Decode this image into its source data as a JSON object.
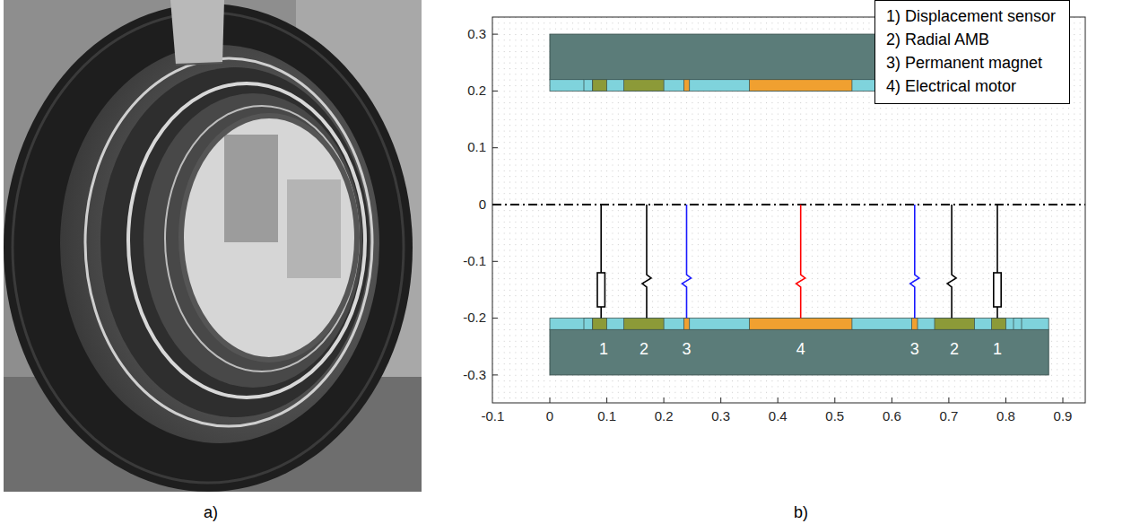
{
  "diagram": {
    "nodes": [
      {
        "text": [
          "1) Displacement sensor",
          "2) Radial AMB",
          "3) Permanent magnet",
          "4) Electrical motor"
        ]
      }
    ],
    "labels": [
      "a)",
      "b)",
      "0.3",
      "0.2",
      "0.1",
      "0",
      "-0.1",
      "-0.2",
      "-0.3",
      "-0.1",
      "0",
      "0.1",
      "0.2",
      "0.3",
      "0.4",
      "0.5",
      "0.6",
      "0.7",
      "0.8",
      "0.9",
      "1",
      "2",
      "3",
      "4",
      "3",
      "2",
      "1"
    ]
  }
}
